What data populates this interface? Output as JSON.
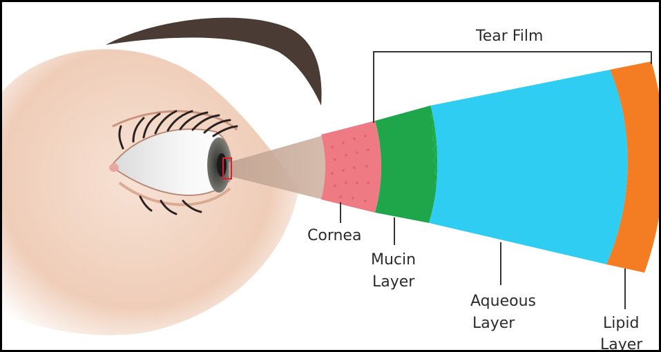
{
  "diagram": {
    "labels": {
      "tear_film": "Tear Film",
      "cornea": "Cornea",
      "mucin": [
        "Mucin",
        "Layer"
      ],
      "aqueous": [
        "Aqueous",
        "Layer"
      ],
      "lipid": [
        "Lipid",
        "Layer"
      ]
    },
    "colors": {
      "skin": "#f4d9c8",
      "skin_shadow": "#d9aa94",
      "eyebrow": "#4a3b35",
      "iris": "#6a6a66",
      "pupil": "#1a1a1a",
      "eye_white": "#f2f2f2",
      "magnifier_beam": "#c9ab98",
      "cornea": "#ee7a84",
      "mucin": "#1fa64a",
      "aqueous": "#2fcdf2",
      "lipid": "#f47c22",
      "bracket": "#333333",
      "zoom_box": "#e01e2e"
    }
  }
}
